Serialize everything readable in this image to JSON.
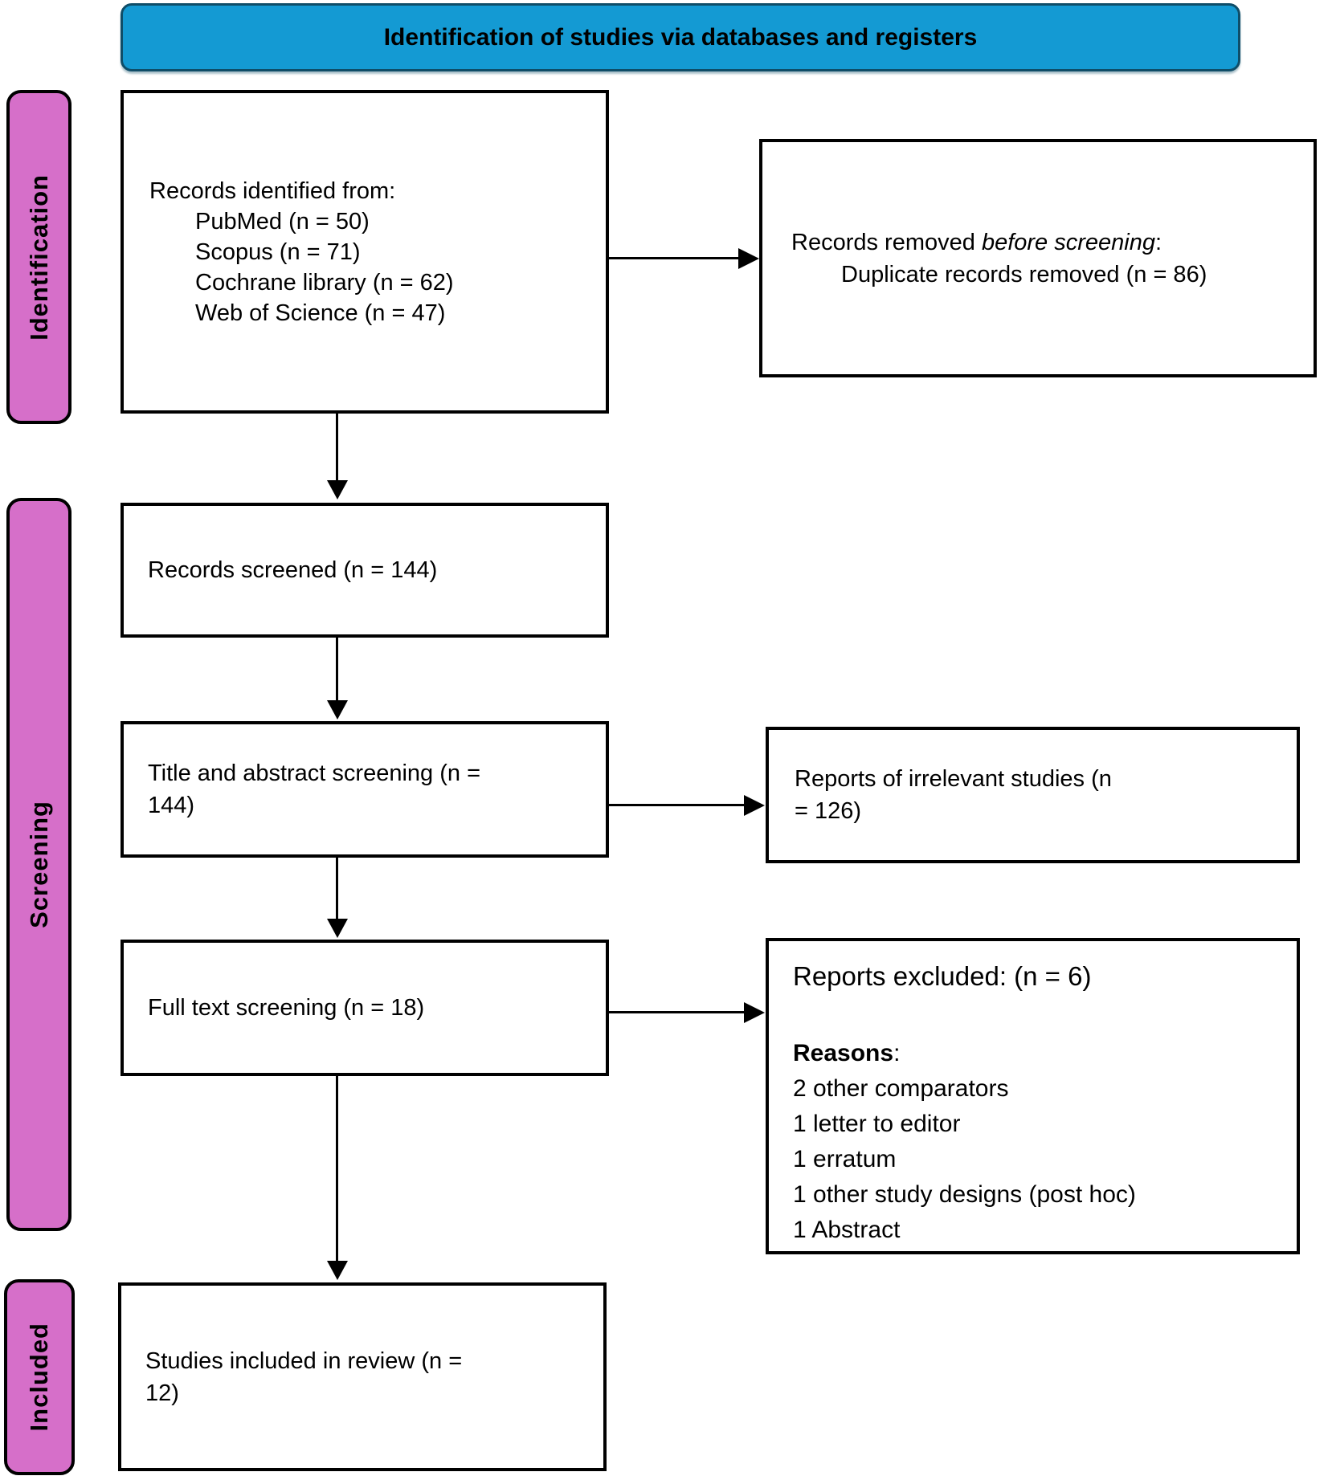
{
  "header": {
    "title": "Identification of studies via databases and registers"
  },
  "stages": {
    "identification": "Identification",
    "screening": "Screening",
    "included": "Included"
  },
  "boxes": {
    "records_identified": {
      "intro": "Records identified from:",
      "sources": [
        "PubMed (n = 50)",
        "Scopus (n = 71)",
        "Cochrane library (n = 62)",
        "Web of Science (n = 47)"
      ]
    },
    "records_removed": {
      "prefix": "Records removed ",
      "italic": "before screening",
      "suffix": ":",
      "detail": "Duplicate records removed (n = 86)"
    },
    "records_screened": {
      "text": "Records screened (n = 144)"
    },
    "title_abstract_screening": {
      "text": "Title and abstract screening (n = 144)"
    },
    "irrelevant_studies": {
      "text": "Reports of irrelevant studies (n = 126)"
    },
    "full_text_screening": {
      "text": "Full text screening (n = 18)"
    },
    "reports_excluded": {
      "title": "Reports excluded: (n = 6)",
      "reasons_label": "Reasons",
      "reasons_colon": ":",
      "reasons": [
        "2 other comparators",
        "1 letter to editor",
        "1 erratum",
        "1 other study designs (post hoc)",
        "1 Abstract"
      ]
    },
    "studies_included": {
      "text": "Studies included in review (n = 12)"
    }
  },
  "colors": {
    "header_bg": "#149AD3",
    "header_border": "#0F4D68",
    "stage_bg": "#D66FC9",
    "box_border": "#000000"
  }
}
